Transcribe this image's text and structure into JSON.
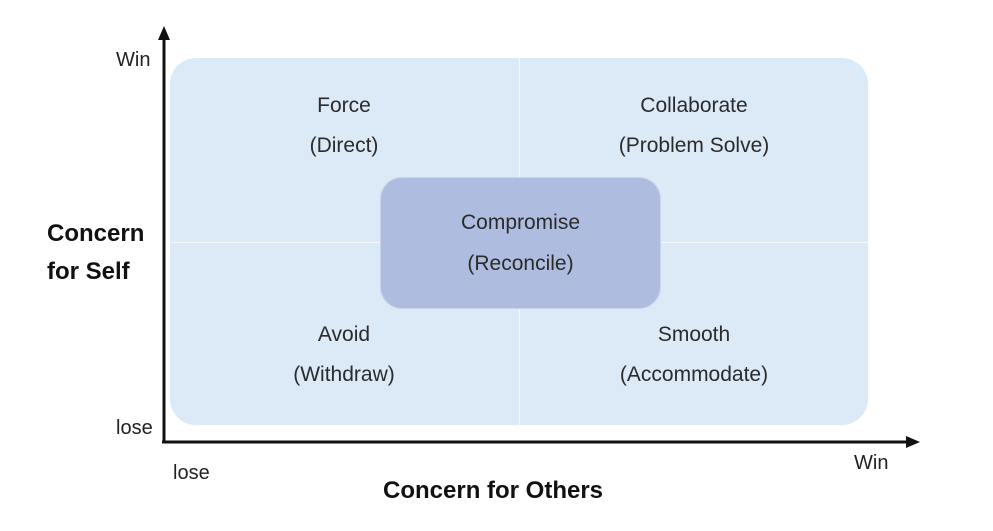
{
  "quadrants": {
    "top_left": {
      "title": "Force",
      "subtitle": "(Direct)"
    },
    "top_right": {
      "title": "Collaborate",
      "subtitle": "(Problem Solve)"
    },
    "bottom_left": {
      "title": "Avoid",
      "subtitle": "(Withdraw)"
    },
    "bottom_right": {
      "title": "Smooth",
      "subtitle": "(Accommodate)"
    }
  },
  "center": {
    "title": "Compromise",
    "subtitle": "(Reconcile)"
  },
  "y_axis": {
    "title_line1": "Concern",
    "title_line2": "for Self",
    "top_label": "Win",
    "bottom_label": "lose"
  },
  "x_axis": {
    "title": "Concern for Others",
    "left_label": "lose",
    "right_label": "Win"
  },
  "colors": {
    "quadrant_fill": "#dce9f7",
    "center_fill": "#aebcdf",
    "axis": "#111111"
  }
}
